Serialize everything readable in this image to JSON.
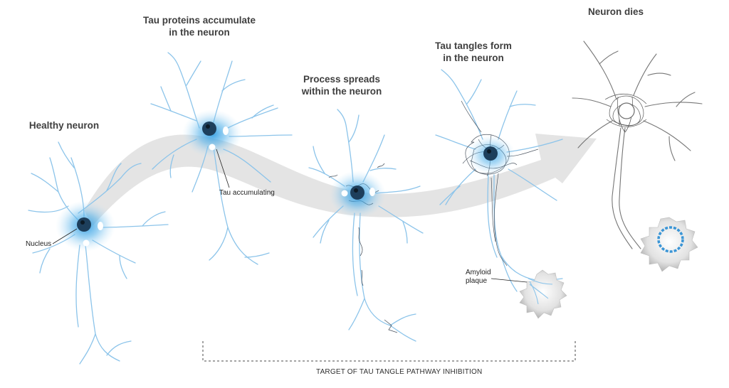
{
  "stages": [
    {
      "id": "healthy",
      "title_lines": [
        "Healthy neuron"
      ]
    },
    {
      "id": "accumulate",
      "title_lines": [
        "Tau proteins accumulate",
        "in the neuron"
      ]
    },
    {
      "id": "spread",
      "title_lines": [
        "Process spreads",
        "within the neuron"
      ]
    },
    {
      "id": "tangles",
      "title_lines": [
        "Tau tangles form",
        "in the neuron"
      ]
    },
    {
      "id": "dies",
      "title_lines": [
        "Neuron dies"
      ]
    }
  ],
  "annotations": {
    "nucleus": "Nucleus",
    "tau_accumulating": "Tau accumulating",
    "amyloid_plaque_lines": [
      "Amyloid",
      "plaque"
    ]
  },
  "footer": {
    "bracket_label": "TARGET OF TAU TANGLE PATHWAY INHIBITION"
  },
  "colors": {
    "neuron_outline": "#8cc4ea",
    "neuron_fill": "#eef7fd",
    "nucleus_glow": "#2f9be0",
    "nucleus": "#1d3f5c",
    "tau_tangle": "#4f5863",
    "dead_neuron": "#6f6f6f",
    "progress_arrow": "#e1e1e1",
    "plaque": "#cfcfcf"
  }
}
